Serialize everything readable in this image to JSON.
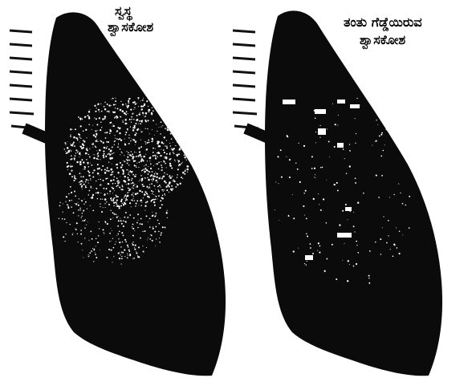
{
  "captions": {
    "healthy_line1": "ಸ್ವಸ್ಥ",
    "healthy_line2": "ಶ್ವಾಸಕೋಶ",
    "fibrotic_line1": "ತಂತು ಗೆಡ್ಡೆಯಿರುವ",
    "fibrotic_line2": "ಶ್ವಾಸಕೋಶ"
  },
  "colors": {
    "background": "#ffffff",
    "lung_fill": "#0b0b0b",
    "speckle": "#ffffff"
  },
  "icons": {
    "left_organ": "healthy-lung-icon",
    "right_organ": "fibrotic-lung-icon",
    "airway": "trachea-icon"
  }
}
